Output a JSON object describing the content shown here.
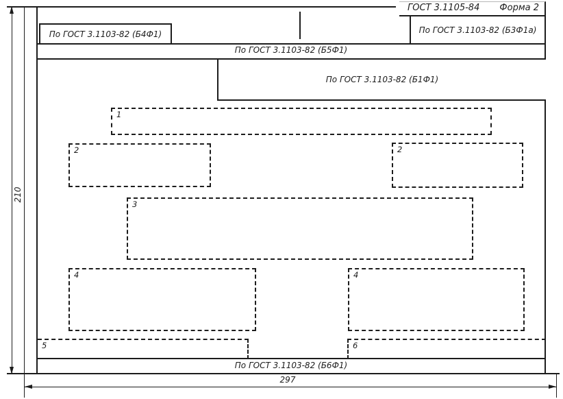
{
  "header": {
    "standard_ref": "ГОСТ 3.1105-84",
    "form_label": "Форма 2"
  },
  "blocks": {
    "b4f1": "По ГОСТ 3.1103-82 (Б4Ф1)",
    "b3f1a": "По ГОСТ 3.1103-82 (Б3Ф1а)",
    "b5f1": "По ГОСТ 3.1103-82 (Б5Ф1)",
    "b1f1": "По ГОСТ 3.1103-82 (Б1Ф1)",
    "b6f1": "По ГОСТ 3.1103-82 (Б6Ф1)"
  },
  "zones": {
    "z1": "1",
    "z2_left": "2",
    "z2_right": "2",
    "z3": "3",
    "z4_left": "4",
    "z4_right": "4",
    "z5": "5",
    "z6": "6"
  },
  "dimensions": {
    "height_mm": "210",
    "width_mm": "297"
  },
  "colors": {
    "line": "#1c1c1c",
    "background": "#ffffff"
  }
}
